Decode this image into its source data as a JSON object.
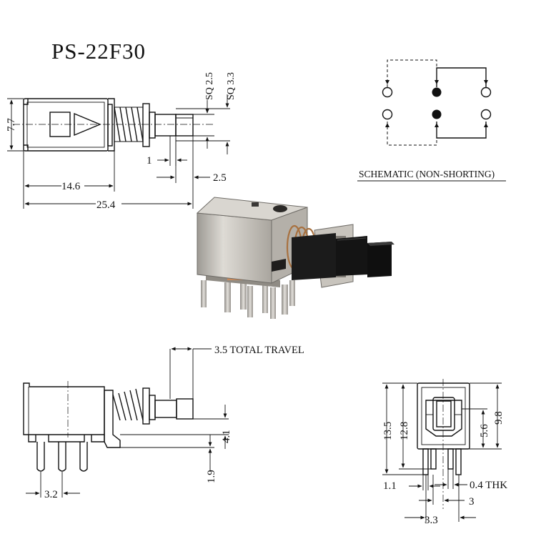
{
  "title": "PS-22F30",
  "schematic_caption": "SCHEMATIC (NON-SHORTING)",
  "top_view": {
    "height": "7.7",
    "sq_small": "SQ 2.5",
    "sq_large": "SQ 3.3",
    "dim_1": "1",
    "dim_2_5": "2.5",
    "body_length": "14.6",
    "total_length": "25.4"
  },
  "side_view": {
    "travel": "3.5 TOTAL TRAVEL",
    "dim_4_1": "4.1",
    "dim_1_9": "1.9",
    "pin_pitch": "3.2"
  },
  "end_view": {
    "dim_13_5": "13.5",
    "dim_12_8": "12.8",
    "dim_9_8": "9.8",
    "dim_5_6": "5.6",
    "dim_1_1": "1.1",
    "thickness": "0.4 THK",
    "dim_3": "3",
    "dim_3_3": "3.3"
  },
  "colors": {
    "ink": "#111111",
    "metal": "#c9c6c0",
    "plastic": "#151515",
    "spring": "#b07a4a"
  }
}
